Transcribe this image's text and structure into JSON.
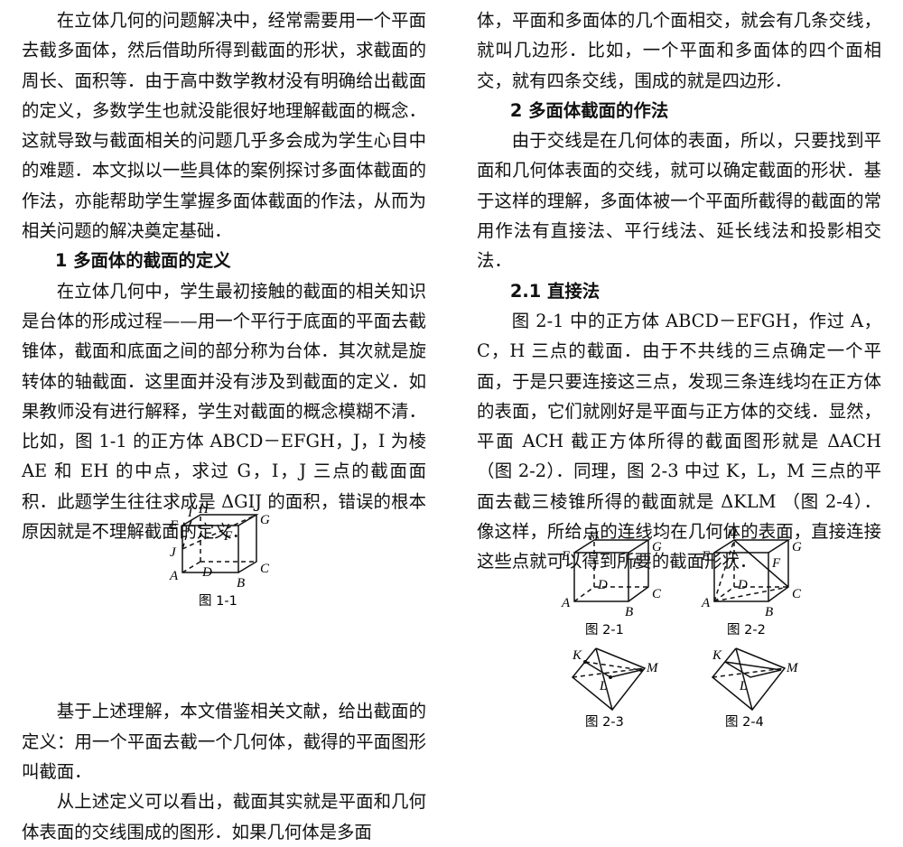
{
  "left": {
    "p1": "在立体几何的问题解决中，经常需要用一个平面去截多面体，然后借助所得到截面的形状，求截面的周长、面积等．由于高中数学教材没有明确给出截面的定义，多数学生也就没能很好地理解截面的概念．这就导致与截面相关的问题几乎多会成为学生心目中的难题．本文拟以一些具体的案例探讨多面体截面的作法，亦能帮助学生掌握多面体截面的作法，从而为相关问题的解决奠定基础．",
    "h1": "1  多面体的截面的定义",
    "p2": "在立体几何中，学生最初接触的截面的相关知识是台体的形成过程——用一个平行于底面的平面去截锥体，截面和底面之间的部分称为台体．其次就是旋转体的轴截面．这里面并没有涉及到截面的定义．如果教师没有进行解释，学生对截面的概念模糊不清．比如，图 1-1 的正方体 ABCD－EFGH，J，I 为棱 AE 和 EH 的中点，求过 G，I，J 三点的截面面积．此题学生往往求成是 ΔGIJ 的面积，错误的根本原因就是不理解截面的定义．",
    "p3": "基于上述理解，本文借鉴相关文献，给出截面的定义：用一个平面去截一个几何体，截得的平面图形叫截面．",
    "p4": "从上述定义可以看出，截面其实就是平面和几何体表面的交线围成的图形．如果几何体是多面"
  },
  "right": {
    "p1": "体，平面和多面体的几个面相交，就会有几条交线，就叫几边形．比如，一个平面和多面体的四个面相交，就有四条交线，围成的就是四边形．",
    "h2": "2  多面体截面的作法",
    "p2": "由于交线是在几何体的表面，所以，只要找到平面和几何体表面的交线，就可以确定截面的形状．基于这样的理解，多面体被一个平面所截得的截面的常用作法有直接法、平行线法、延长线法和投影相交法．",
    "h3": "2.1  直接法",
    "p3": "图 2-1 中的正方体 ABCD－EFGH，作过 A，C，H 三点的截面．由于不共线的三点确定一个平面，于是只要连接这三点，发现三条连线均在正方体的表面，它们就刚好是平面与正方体的交线．显然，平面 ACH 截正方体所得的截面图形就是 ΔACH （图 2-2）．同理，图 2-3 中过 K，L，M 三点的平面去截三棱锥所得的截面就是 ΔKLM （图 2-4）．像这样，所给点的连线均在几何体的表面，直接连接这些点就可以得到所要的截面形状．"
  },
  "figures": {
    "fig1_1": {
      "caption": "图 1-1",
      "labels": {
        "E": "E",
        "I": "I",
        "H": "H",
        "G": "G",
        "J": "J",
        "F": "F",
        "A": "A",
        "D": "D",
        "C": "C",
        "B": "B"
      }
    },
    "fig2_1": {
      "caption": "图 2-1",
      "labels": {
        "H": "H",
        "G": "G",
        "E": "E",
        "F": "F",
        "D": "D",
        "C": "C",
        "A": "A",
        "B": "B"
      }
    },
    "fig2_2": {
      "caption": "图 2-2",
      "labels": {
        "H": "H",
        "G": "G",
        "E": "E",
        "F": "F",
        "D": "D",
        "C": "C",
        "A": "A",
        "B": "B"
      }
    },
    "fig2_3": {
      "caption": "图 2-3",
      "labels": {
        "K": "K",
        "M": "M",
        "L": "L"
      }
    },
    "fig2_4": {
      "caption": "图 2-4",
      "labels": {
        "K": "K",
        "M": "M",
        "L": "L"
      }
    }
  }
}
